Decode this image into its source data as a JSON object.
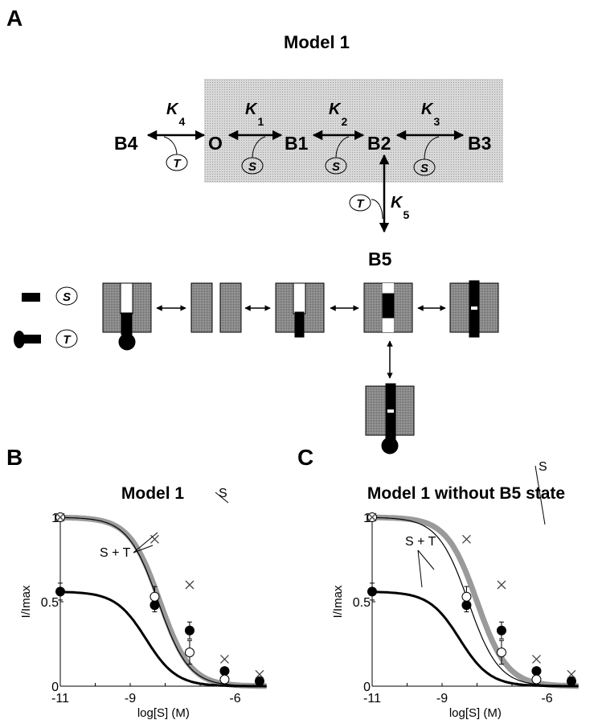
{
  "panel_a": {
    "label": "A",
    "title": "Model 1",
    "states": {
      "b4": "B4",
      "o": "O",
      "b1": "B1",
      "b2": "B2",
      "b3": "B3",
      "b5": "B5"
    },
    "constants": [
      {
        "k": "K",
        "sub": "4"
      },
      {
        "k": "K",
        "sub": "1"
      },
      {
        "k": "K",
        "sub": "2"
      },
      {
        "k": "K",
        "sub": "3"
      },
      {
        "k": "K",
        "sub": "5"
      }
    ],
    "ligand_s": "S",
    "ligand_t": "T",
    "legend": {
      "s": "S",
      "t": "T"
    },
    "colors": {
      "shade": "#c8c8c8",
      "block": "#8a8a8a",
      "ink": "#000000"
    }
  },
  "chart_data": [
    {
      "panel_label": "B",
      "type": "scatter",
      "title": "Model 1",
      "xlabel": "log[S] (M)",
      "ylabel": "I/Imax",
      "xlim": [
        -11,
        -5.1
      ],
      "ylim": [
        0,
        1
      ],
      "xticks": [
        -11,
        -10,
        -9,
        -8,
        -7,
        -6,
        -5
      ],
      "xtick_labels": [
        "-11",
        "-9",
        "-6"
      ],
      "xtick_label_values": [
        -11,
        -9,
        -6
      ],
      "ytick_labels": [
        "0",
        "0.5",
        "1"
      ],
      "ytick_label_values": [
        0,
        0.5,
        1
      ],
      "x": [
        -11,
        -8.3,
        -7.3,
        -6.3,
        -5.3
      ],
      "series": [
        {
          "name": "filled circles",
          "marker": "filled-circle",
          "values": [
            0.56,
            0.48,
            0.33,
            0.09,
            0.03
          ],
          "err": [
            0.05,
            0.04,
            0.05,
            0.02,
            0.01
          ]
        },
        {
          "name": "open circles",
          "marker": "open-circle",
          "values": [
            1.0,
            0.53,
            0.2,
            0.04,
            null
          ],
          "err": [
            0,
            0.06,
            0.07,
            0.01,
            0
          ]
        },
        {
          "name": "crosses",
          "marker": "cross",
          "values": [
            1.0,
            0.87,
            0.6,
            0.16,
            0.07
          ],
          "err": [
            0,
            0,
            0,
            0,
            0
          ]
        }
      ],
      "curves": [
        {
          "name": "gray",
          "style": "gray-thick",
          "top": 1.0,
          "log_ic50": -8.15,
          "hill": 1.0
        },
        {
          "name": "S",
          "style": "thin",
          "top": 1.0,
          "log_ic50": -8.2,
          "hill": 1.0
        },
        {
          "name": "S + T",
          "style": "thick",
          "top": 0.56,
          "log_ic50": -8.55,
          "hill": 1.0
        }
      ],
      "annotations": {
        "s": "S",
        "st": "S + T"
      }
    },
    {
      "panel_label": "C",
      "type": "scatter",
      "title": "Model 1 without B5 state",
      "xlabel": "log[S] (M)",
      "ylabel": "I/Imax",
      "xlim": [
        -11,
        -5.1
      ],
      "ylim": [
        0,
        1
      ],
      "xticks": [
        -11,
        -10,
        -9,
        -8,
        -7,
        -6,
        -5
      ],
      "xtick_labels": [
        "-11",
        "-9",
        "-6"
      ],
      "xtick_label_values": [
        -11,
        -9,
        -6
      ],
      "ytick_labels": [
        "0",
        "0.5",
        "1"
      ],
      "ytick_label_values": [
        0,
        0.5,
        1
      ],
      "x": [
        -11,
        -8.3,
        -7.3,
        -6.3,
        -5.3
      ],
      "series": [
        {
          "name": "filled circles",
          "marker": "filled-circle",
          "values": [
            0.56,
            0.48,
            0.33,
            0.09,
            0.03
          ],
          "err": [
            0.05,
            0.04,
            0.05,
            0.02,
            0.01
          ]
        },
        {
          "name": "open circles",
          "marker": "open-circle",
          "values": [
            1.0,
            0.53,
            0.2,
            0.04,
            null
          ],
          "err": [
            0,
            0.06,
            0.07,
            0.01,
            0
          ]
        },
        {
          "name": "crosses",
          "marker": "cross",
          "values": [
            1.0,
            0.87,
            0.6,
            0.16,
            0.07
          ],
          "err": [
            0,
            0,
            0,
            0,
            0
          ]
        }
      ],
      "curves": [
        {
          "name": "gray",
          "style": "gray-thick",
          "top": 1.0,
          "log_ic50": -8.0,
          "hill": 1.0
        },
        {
          "name": "S",
          "style": "thin",
          "top": 1.0,
          "log_ic50": -8.25,
          "hill": 1.0
        },
        {
          "name": "S + T",
          "style": "thick",
          "top": 0.56,
          "log_ic50": -8.5,
          "hill": 1.0
        }
      ],
      "annotations": {
        "s": "S",
        "st": "S + T"
      }
    }
  ]
}
